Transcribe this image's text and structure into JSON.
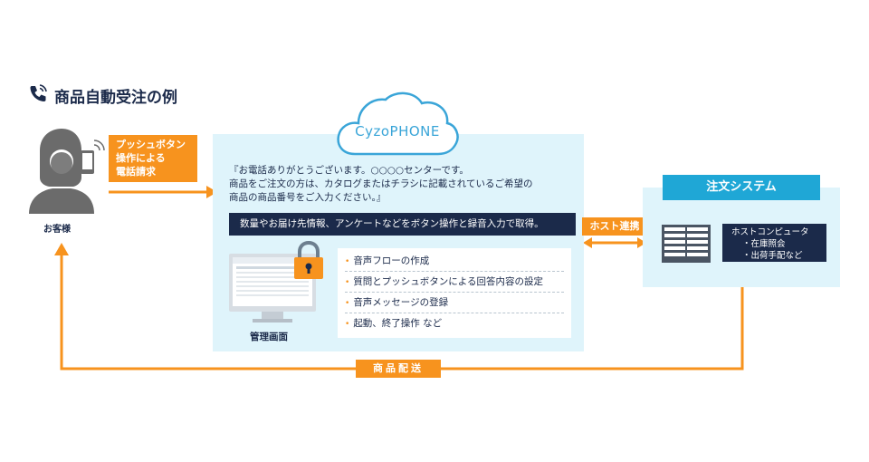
{
  "title": "商品自動受注の例",
  "customer": {
    "label": "お客様"
  },
  "request": {
    "lines": [
      "プッシュボタン",
      "操作による",
      "電話請求"
    ]
  },
  "cloud": {
    "label": "CyzoPHONE"
  },
  "message": {
    "lines": [
      "『お電話ありがとうございます。○○○○センターです。",
      "商品をご注文の方は、カタログまたはチラシに記載されているご希望の",
      "商品の商品番号をご入力ください。』"
    ]
  },
  "navy_bar": "数量やお届け先情報、アンケートなどをボタン操作と録音入力で取得。",
  "admin": {
    "label": "管理画面"
  },
  "features": [
    "音声フローの作成",
    "質問とプッシュボタンによる回答内容の設定",
    "音声メッセージの登録",
    "起動、終了操作 など"
  ],
  "host_link": "ホスト連携",
  "order_system": {
    "title": "注文システム",
    "host_pc": {
      "title": "ホストコンピュータ",
      "items": [
        "・在庫照会",
        "・出荷手配など"
      ]
    }
  },
  "shipping": "商品配送",
  "colors": {
    "orange": "#f7931e",
    "navy": "#1b2a4a",
    "panel": "#dff4fb",
    "blue": "#1fa7d6",
    "cloud_stroke": "#3aa5d8"
  }
}
